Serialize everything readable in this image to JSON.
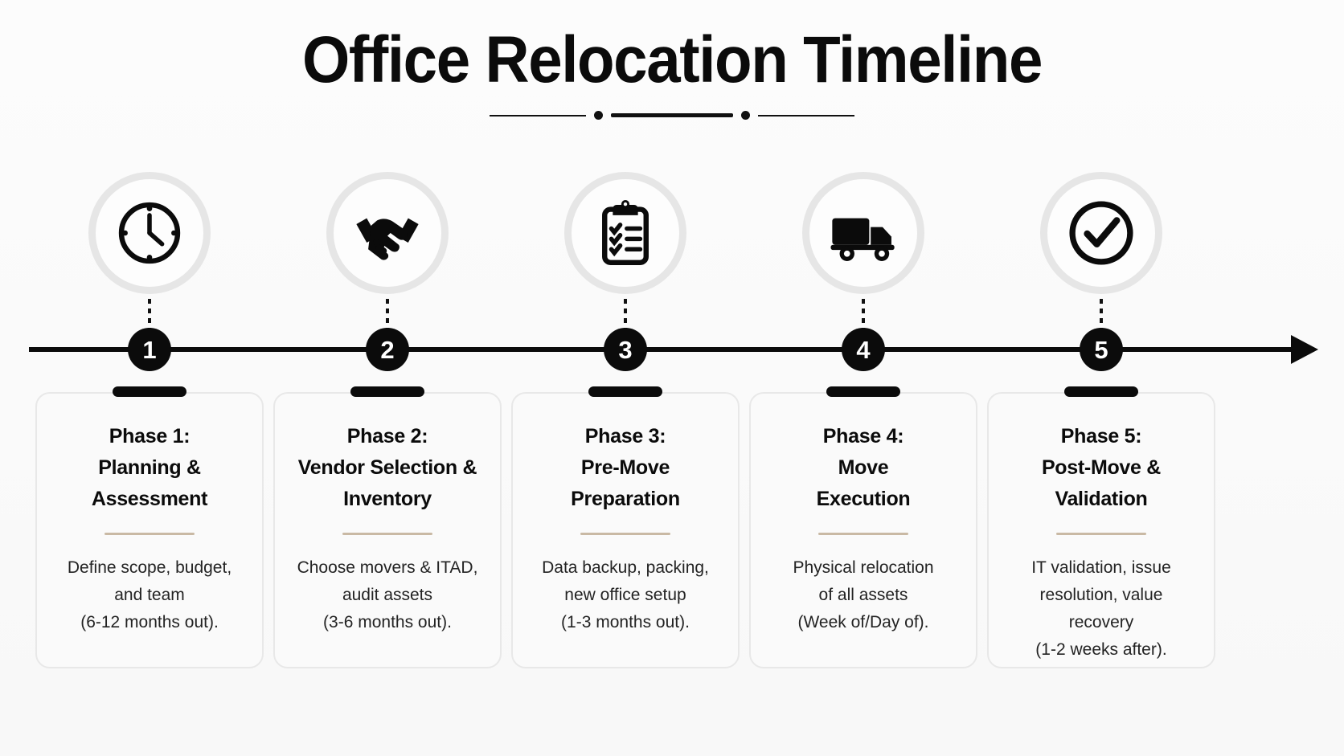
{
  "header": {
    "title": "Office Relocation Timeline",
    "divider": {
      "dot_count": 2,
      "color": "#111111"
    }
  },
  "timeline": {
    "axis_color": "#0B0B0B",
    "arrow_direction": "right",
    "node_fill": "#0B0B0B",
    "node_text_color": "#FFFFFF"
  },
  "theme": {
    "background": "#FBFBFB",
    "card_background": "#FAFAFA",
    "card_border": "#E8E8E8",
    "accent_rule": "#C9B9A4",
    "icon_ring": "#E6E6E6",
    "ink": "#0B0B0B"
  },
  "phases": [
    {
      "number": "1",
      "icon": "clock-icon",
      "title_line1": "Phase 1:",
      "title_line2": "Planning &",
      "title_line3": "Assessment",
      "desc_line1": "Define scope, budget,",
      "desc_line2": "and team",
      "desc_line3": "(6-12 months out).",
      "desc_line4": ""
    },
    {
      "number": "2",
      "icon": "handshake-icon",
      "title_line1": "Phase 2:",
      "title_line2": "Vendor Selection &",
      "title_line3": "Inventory",
      "desc_line1": "Choose movers & ITAD,",
      "desc_line2": "audit assets",
      "desc_line3": "(3-6 months out).",
      "desc_line4": ""
    },
    {
      "number": "3",
      "icon": "clipboard-checklist-icon",
      "title_line1": "Phase 3:",
      "title_line2": "Pre-Move",
      "title_line3": "Preparation",
      "desc_line1": "Data backup, packing,",
      "desc_line2": "new office setup",
      "desc_line3": "(1-3 months out).",
      "desc_line4": ""
    },
    {
      "number": "4",
      "icon": "delivery-truck-icon",
      "title_line1": "Phase 4:",
      "title_line2": "Move",
      "title_line3": "Execution",
      "desc_line1": "Physical relocation",
      "desc_line2": "of all assets",
      "desc_line3": "(Week of/Day of).",
      "desc_line4": ""
    },
    {
      "number": "5",
      "icon": "check-circle-icon",
      "title_line1": "Phase 5:",
      "title_line2": "Post-Move &",
      "title_line3": "Validation",
      "desc_line1": "IT validation, issue",
      "desc_line2": "resolution, value",
      "desc_line3": "recovery",
      "desc_line4": "(1-2 weeks after)."
    }
  ]
}
